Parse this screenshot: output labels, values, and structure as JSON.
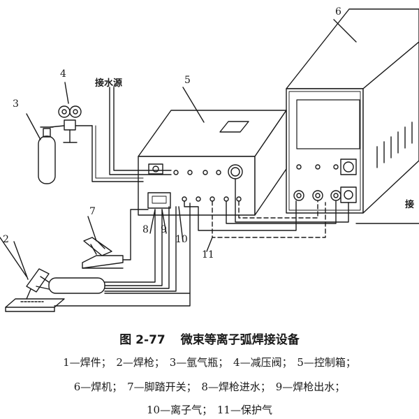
{
  "labels": {
    "n2": "2",
    "n3": "3",
    "n4": "4",
    "n5": "5",
    "n6": "6",
    "n7": "7",
    "n8": "8",
    "n9": "9",
    "n10": "10",
    "n11": "11",
    "water_source": "接水源",
    "jie": "接"
  },
  "caption": {
    "number": "图 2-77",
    "title": "微束等离子弧焊接设备"
  },
  "legend": {
    "line1": [
      "1—焊件；",
      "2—焊枪；",
      "3—氩气瓶；",
      "4—减压阀；",
      "5—控制箱；"
    ],
    "line2": [
      "6—焊机；",
      "7—脚踏开关；",
      "8—焊枪进水；",
      "9—焊枪出水；"
    ],
    "line3": [
      "10—离子气；",
      "11—保护气"
    ]
  }
}
